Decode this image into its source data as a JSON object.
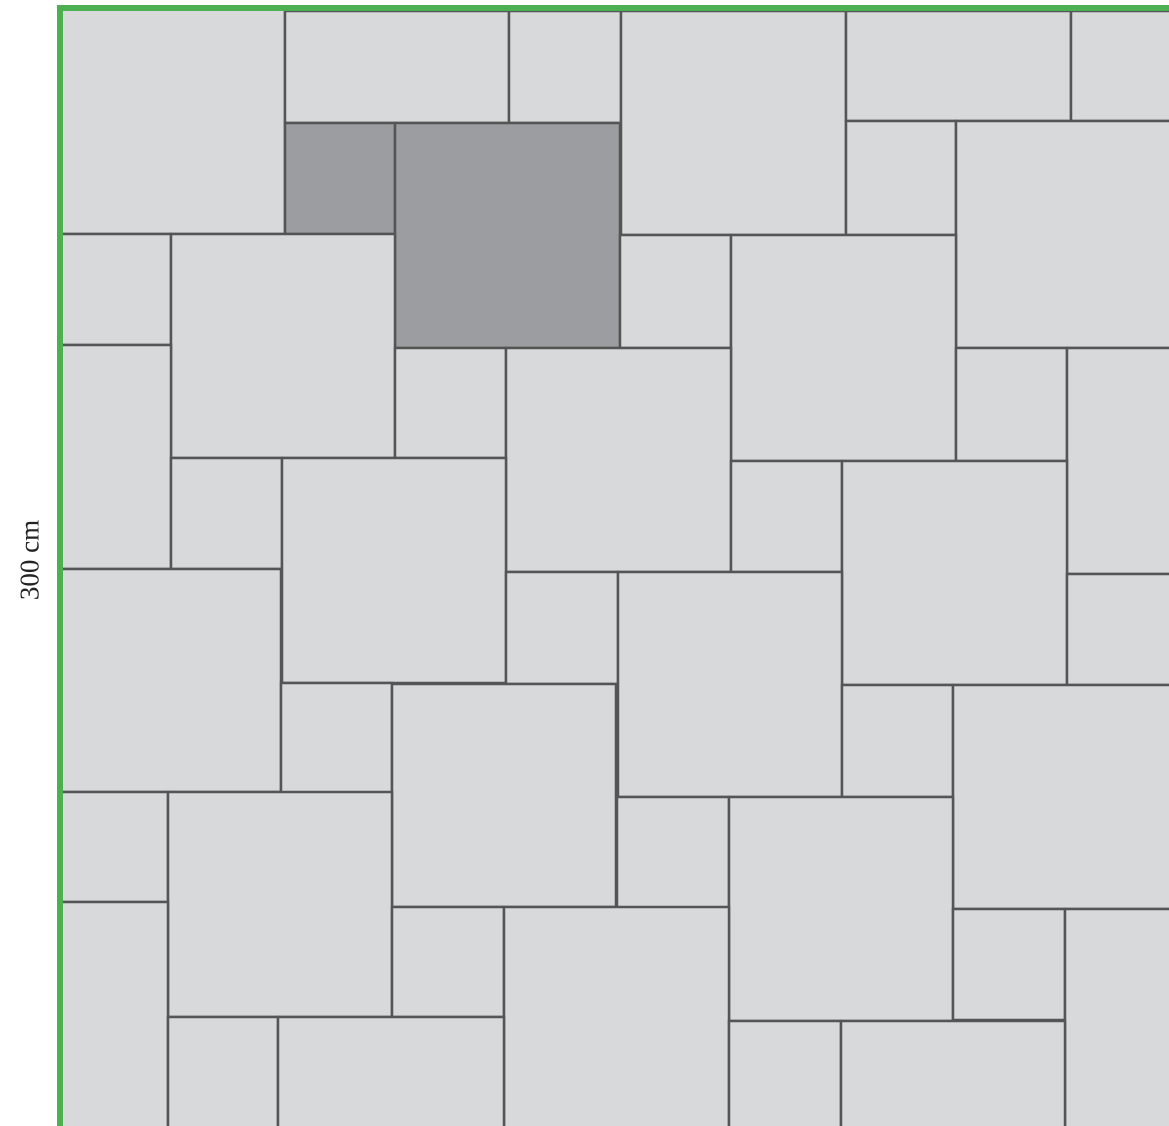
{
  "diagram": {
    "dimension_label": "300 cm",
    "colors": {
      "background": "#ffffff",
      "tile": "#d8d9db",
      "highlighted_tile": "#9c9da0",
      "grout": "#555555",
      "edge": "#4caf50"
    },
    "highlighted_tiles": [
      "small-square-tile",
      "large-square-tile"
    ]
  }
}
